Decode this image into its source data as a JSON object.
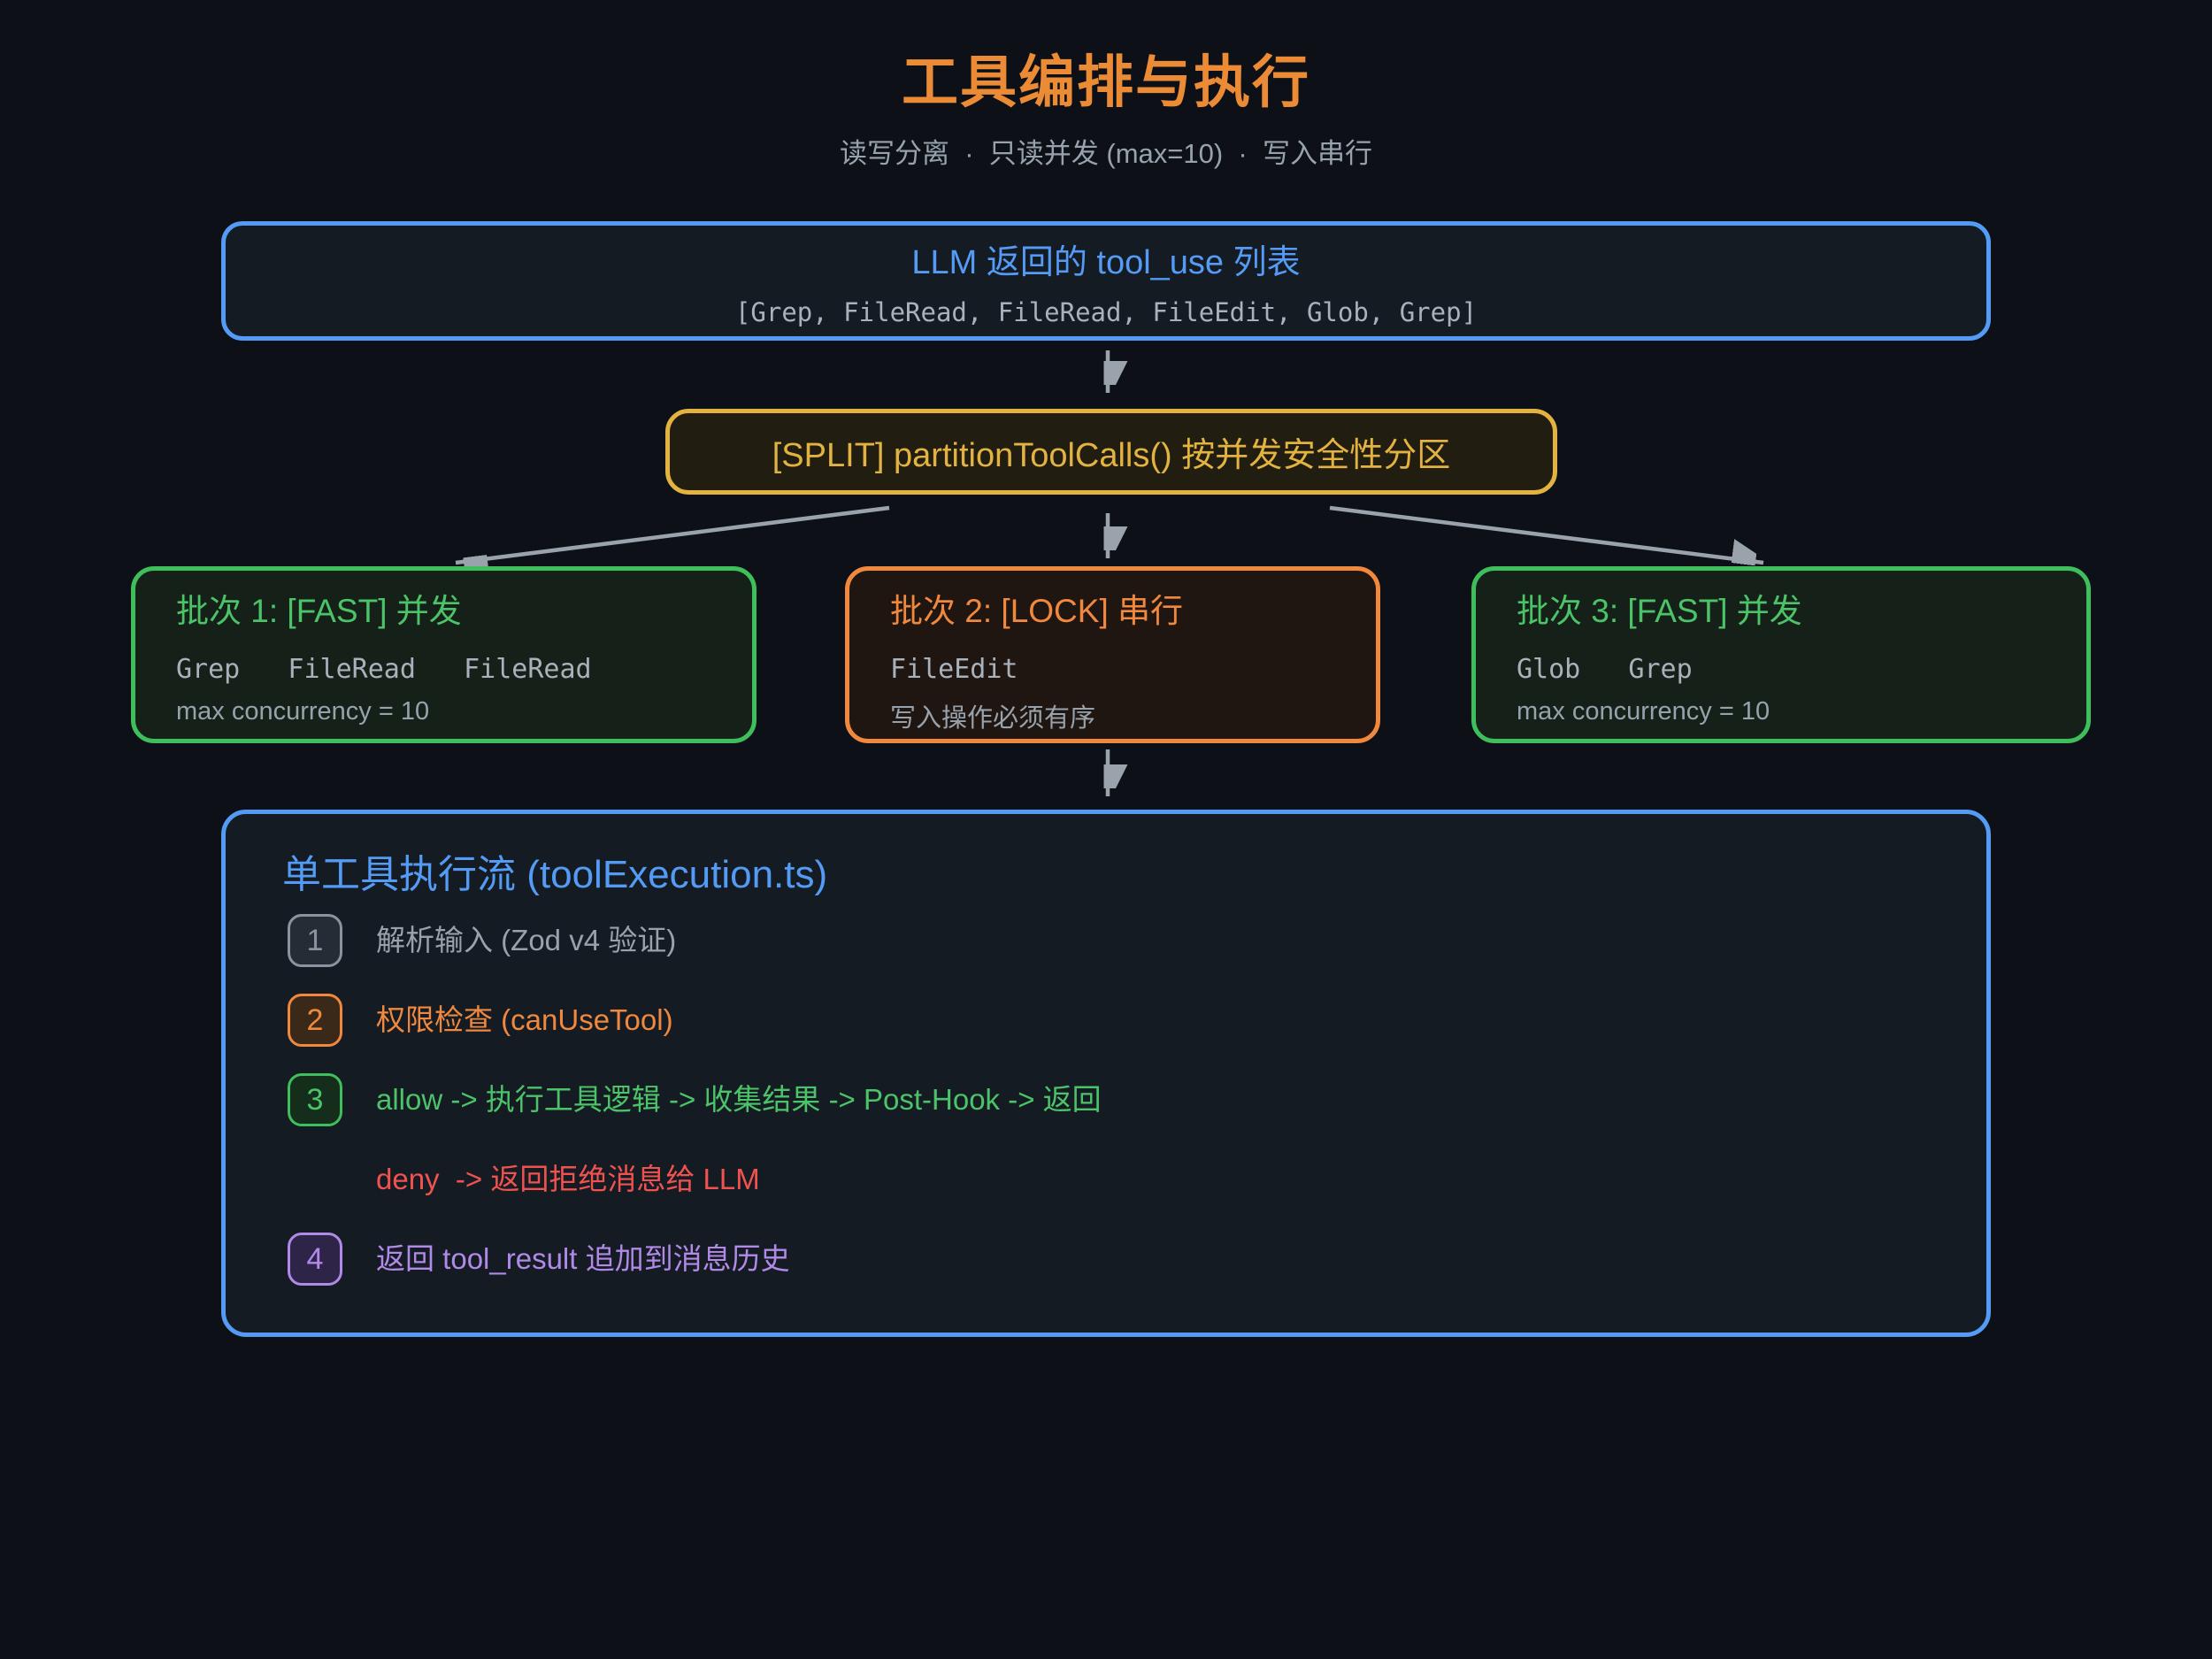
{
  "page": {
    "title": "工具编排与执行",
    "subtitle": "读写分离  ·  只读并发 (max=10)  ·  写入串行"
  },
  "llm_box": {
    "title": "LLM 返回的 tool_use 列表",
    "code": "[Grep, FileRead, FileRead, FileEdit, Glob, Grep]"
  },
  "split_box": {
    "label": "[SPLIT] partitionToolCalls() 按并发安全性分区"
  },
  "batches": [
    {
      "title": "批次 1: [FAST] 并发",
      "tools": "Grep   FileRead   FileRead",
      "note": "max concurrency = 10",
      "mode": "fast"
    },
    {
      "title": "批次 2: [LOCK] 串行",
      "tools": "FileEdit",
      "note": "写入操作必须有序",
      "mode": "lock"
    },
    {
      "title": "批次 3: [FAST] 并发",
      "tools": "Glob   Grep",
      "note": "max concurrency = 10",
      "mode": "fast"
    }
  ],
  "execution_box": {
    "title": "单工具执行流 (toolExecution.ts)",
    "steps": [
      {
        "num": "1",
        "text": "解析输入 (Zod v4 验证)",
        "color": "gray"
      },
      {
        "num": "2",
        "text": "权限检查 (canUseTool)",
        "color": "orange"
      },
      {
        "num": "3",
        "text": "allow -> 执行工具逻辑 -> 收集结果 -> Post-Hook -> 返回",
        "color": "green"
      },
      {
        "num": "",
        "text": "deny  -> 返回拒绝消息给 LLM",
        "color": "red"
      },
      {
        "num": "4",
        "text": "返回 tool_result 追加到消息历史",
        "color": "purple"
      }
    ]
  },
  "colors": {
    "bg": "#0d1117",
    "panel": "#151b23",
    "blue": "#539bf5",
    "yellow": "#e3b341",
    "yellow_panel": "#211d10",
    "green": "#3fbf5c",
    "green_text": "#4cc368",
    "green_panel": "#152019",
    "orange": "#f0883e",
    "orange_panel": "#201611",
    "red": "#f0534f",
    "purple": "#b18ae8",
    "gray_text": "#98a2ad",
    "mono_text": "#a9b1bb",
    "arrow": "#9aa3ac",
    "chip_gray": "#8b949e",
    "chip_gray_bg": "#262c36",
    "chip_orange_bg": "#3a2818",
    "chip_green_bg": "#152e1c",
    "chip_purple_bg": "#2d2447",
    "title_orange": "#ec8b35"
  }
}
